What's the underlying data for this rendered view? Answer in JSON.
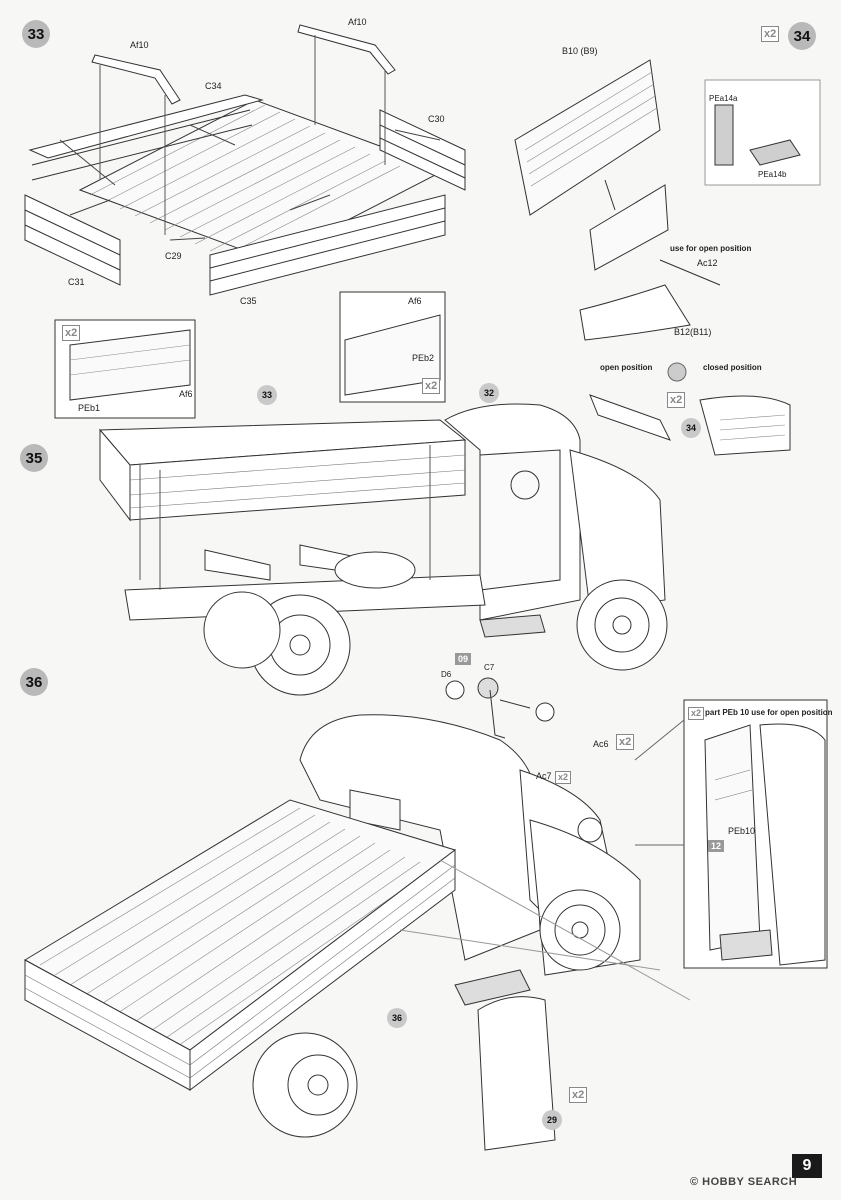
{
  "steps": {
    "s33": "33",
    "s34": "34",
    "s35": "35",
    "s36": "36"
  },
  "labels": {
    "af10_a": "Af10",
    "af10_b": "Af10",
    "c34": "C34",
    "c30": "C30",
    "c31": "C31",
    "c29": "C29",
    "c35": "C35",
    "b10": "B10 (B9)",
    "pea14a": "PEa14a",
    "pea14b": "PEa14b",
    "use_open": "use for open position",
    "ac12": "Ac12",
    "b12": "B12(B11)",
    "open_position": "open position",
    "closed_position": "closed position",
    "af6_a": "Af6",
    "peb2": "PEb2",
    "peb1": "PEb1",
    "af6_b": "Af6",
    "d6": "D6",
    "c7": "C7",
    "ac6": "Ac6",
    "ac7": "Ac7",
    "peb10_note": "part PEb 10 use for open position",
    "peb10": "PEb10"
  },
  "refs": {
    "r33": "33",
    "r32": "32",
    "r34": "34",
    "r36": "36",
    "r29": "29"
  },
  "multipliers": {
    "m34": "x2",
    "m_left": "x2",
    "m_right": "x2",
    "m_open": "x2",
    "m_ac6": "x2",
    "m_ac7": "x2",
    "m_door": "x2",
    "m_inset": "x2"
  },
  "tags": {
    "t09": "09",
    "t12": "12"
  },
  "page_number": "9",
  "watermark": "© HOBBY SEARCH"
}
